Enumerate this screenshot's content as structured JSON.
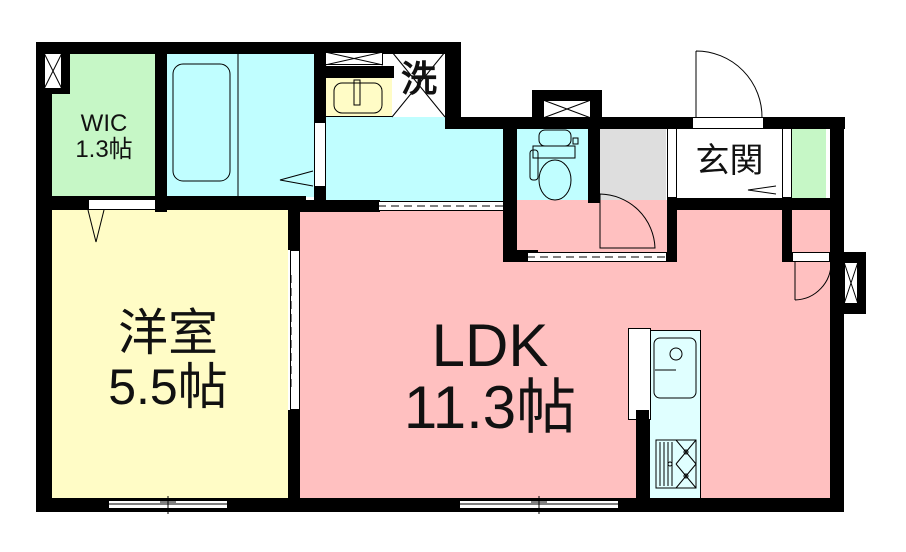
{
  "floor_plan": {
    "rooms": {
      "wic": {
        "name": "WIC",
        "size": "1.3帖",
        "color": "#c6f7c6"
      },
      "western_room": {
        "name": "洋室",
        "size": "5.5帖",
        "color": "#fffcc6"
      },
      "ldk": {
        "name": "LDK",
        "size": "11.3帖",
        "color": "#ffc0c0"
      },
      "bath": {
        "name": "",
        "color": "#c0feff"
      },
      "washroom": {
        "name": "洗",
        "color": "#c0feff"
      },
      "toilet": {
        "name": "",
        "color": "#c0feff"
      },
      "entrance": {
        "name": "玄関",
        "color": "#ffffff"
      },
      "storage_gray": {
        "name": "",
        "color": "#dedede"
      },
      "shoe_storage": {
        "name": "",
        "color": "#c6f7c6"
      },
      "kitchen": {
        "name": "",
        "color": "#e0ffff"
      }
    },
    "colors": {
      "wall": "#000000",
      "background": "#ffffff"
    }
  }
}
